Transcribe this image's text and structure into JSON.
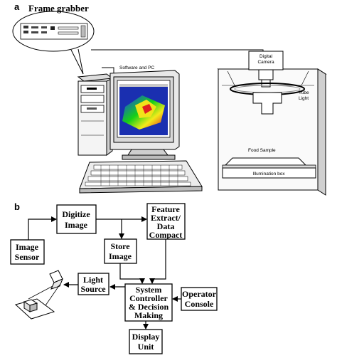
{
  "panel_a": {
    "letter": "a",
    "frame_grabber_label": "Frame grabber",
    "software_label": "Software and PC",
    "digital_camera_label_line1": "Digital",
    "digital_camera_label_line2": "Camera",
    "tube_light_label_line1": "Tube",
    "tube_light_label_line2": "Light",
    "food_sample_label": "Food Sample",
    "illumination_box_label": "Illumination  box"
  },
  "panel_b": {
    "letter": "b",
    "image_sensor": [
      "Image",
      "Sensor"
    ],
    "digitize_image": [
      "Digitize",
      "Image"
    ],
    "feature_extract": [
      "Feature",
      "Extract/",
      "Data",
      "Compact"
    ],
    "store_image": [
      "Store",
      "Image"
    ],
    "light_source": [
      "Light",
      "Source"
    ],
    "system_controller": [
      "System",
      "Controller",
      "& Decision",
      "Making"
    ],
    "operator_console": [
      "Operator",
      "Console"
    ],
    "display_unit": [
      "Display",
      "Unit"
    ]
  }
}
